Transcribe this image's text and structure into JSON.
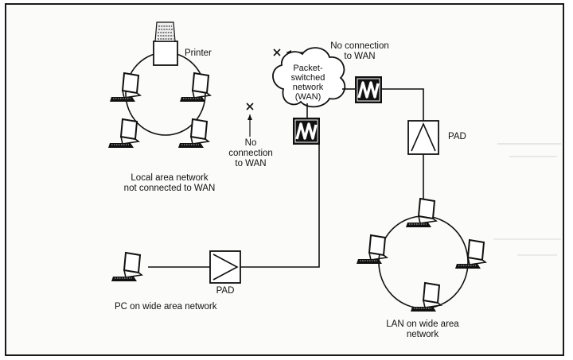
{
  "labels": {
    "printer": "Printer",
    "no_connection_top": [
      "No connection",
      "to WAN"
    ],
    "no_connection_mid": [
      "No",
      "connection",
      "to WAN"
    ],
    "cloud": [
      "Packet-",
      "switched",
      "network",
      "(WAN)"
    ],
    "pad_right": "PAD",
    "pad_left": "PAD",
    "lan_left_caption": [
      "Local area network",
      "not connected to WAN"
    ],
    "pc_caption": "PC on wide area network",
    "lan_right_caption": [
      "LAN on wide area",
      "network"
    ]
  },
  "icons": {
    "workstation": "computer-terminal-icon",
    "printer": "printer-icon",
    "modem": "modem-zigzag-icon",
    "pad": "pad-triangle-icon",
    "no_connection": "x-mark-icon",
    "cloud": "cloud-icon"
  },
  "colors": {
    "ink": "#111111",
    "paper": "#fbfbf9"
  }
}
